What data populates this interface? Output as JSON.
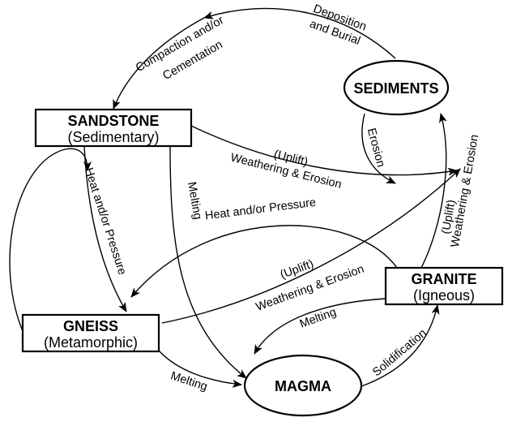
{
  "nodes": {
    "sediments": {
      "title": "SEDIMENTS"
    },
    "sandstone": {
      "title": "SANDSTONE",
      "subtitle": "(Sedimentary)"
    },
    "gneiss": {
      "title": "GNEISS",
      "subtitle": "(Metamorphic)"
    },
    "granite": {
      "title": "GRANITE",
      "subtitle": "(Igneous)"
    },
    "magma": {
      "title": "MAGMA"
    }
  },
  "edges": {
    "deposition_line1": "Deposition",
    "deposition_line2": "and Burial",
    "compaction_line1": "Compaction and/or",
    "compaction_line2": "Cementation",
    "erosion": "Erosion",
    "uplift": "(Uplift)",
    "weathering_erosion": "Weathering & Erosion",
    "heat_pressure": "Heat and/or Pressure",
    "melting": "Melting",
    "solidification": "Solidification"
  }
}
